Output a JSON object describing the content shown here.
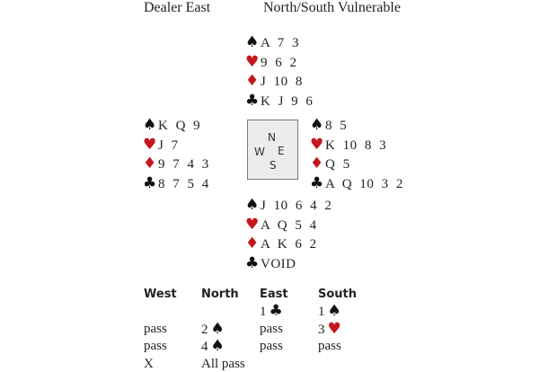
{
  "header": {
    "dealer": "Dealer East",
    "vulnerability": "North/South Vulnerable"
  },
  "colors": {
    "red_suit": "#c4161c",
    "black_suit": "#111111"
  },
  "suits": {
    "spades": "♠",
    "hearts": "♥",
    "diamonds": "♦",
    "clubs": "♣"
  },
  "hands": {
    "north": {
      "spades": "A 7 3",
      "hearts": "9 6 2",
      "diamonds": "J 10 8",
      "clubs": "K J 9 6"
    },
    "west": {
      "spades": "K Q 9",
      "hearts": "J 7",
      "diamonds": "9 7 4 3",
      "clubs": "8 7 5 4"
    },
    "east": {
      "spades": "8 5",
      "hearts": "K 10 8 3",
      "diamonds": "Q 5",
      "clubs": "A Q 10 3 2"
    },
    "south": {
      "spades": "J 10 6 4 2",
      "hearts": "A Q 5 4",
      "diamonds": "A K 6 2",
      "clubs": "VOID"
    }
  },
  "compass": {
    "n": "N",
    "s": "S",
    "e": "E",
    "w": "W"
  },
  "auction": {
    "headers": [
      "West",
      "North",
      "East",
      "South"
    ],
    "rows": [
      [
        null,
        null,
        {
          "text": "1",
          "suit": "clubs"
        },
        {
          "text": "1",
          "suit": "spades"
        }
      ],
      [
        {
          "text": "pass"
        },
        {
          "text": "2",
          "suit": "spades"
        },
        {
          "text": "pass"
        },
        {
          "text": "3",
          "suit": "hearts"
        }
      ],
      [
        {
          "text": "pass"
        },
        {
          "text": "4",
          "suit": "spades"
        },
        {
          "text": "pass"
        },
        {
          "text": "pass"
        }
      ],
      [
        {
          "text": "X"
        },
        {
          "text": "All pass"
        },
        null,
        null
      ]
    ]
  }
}
